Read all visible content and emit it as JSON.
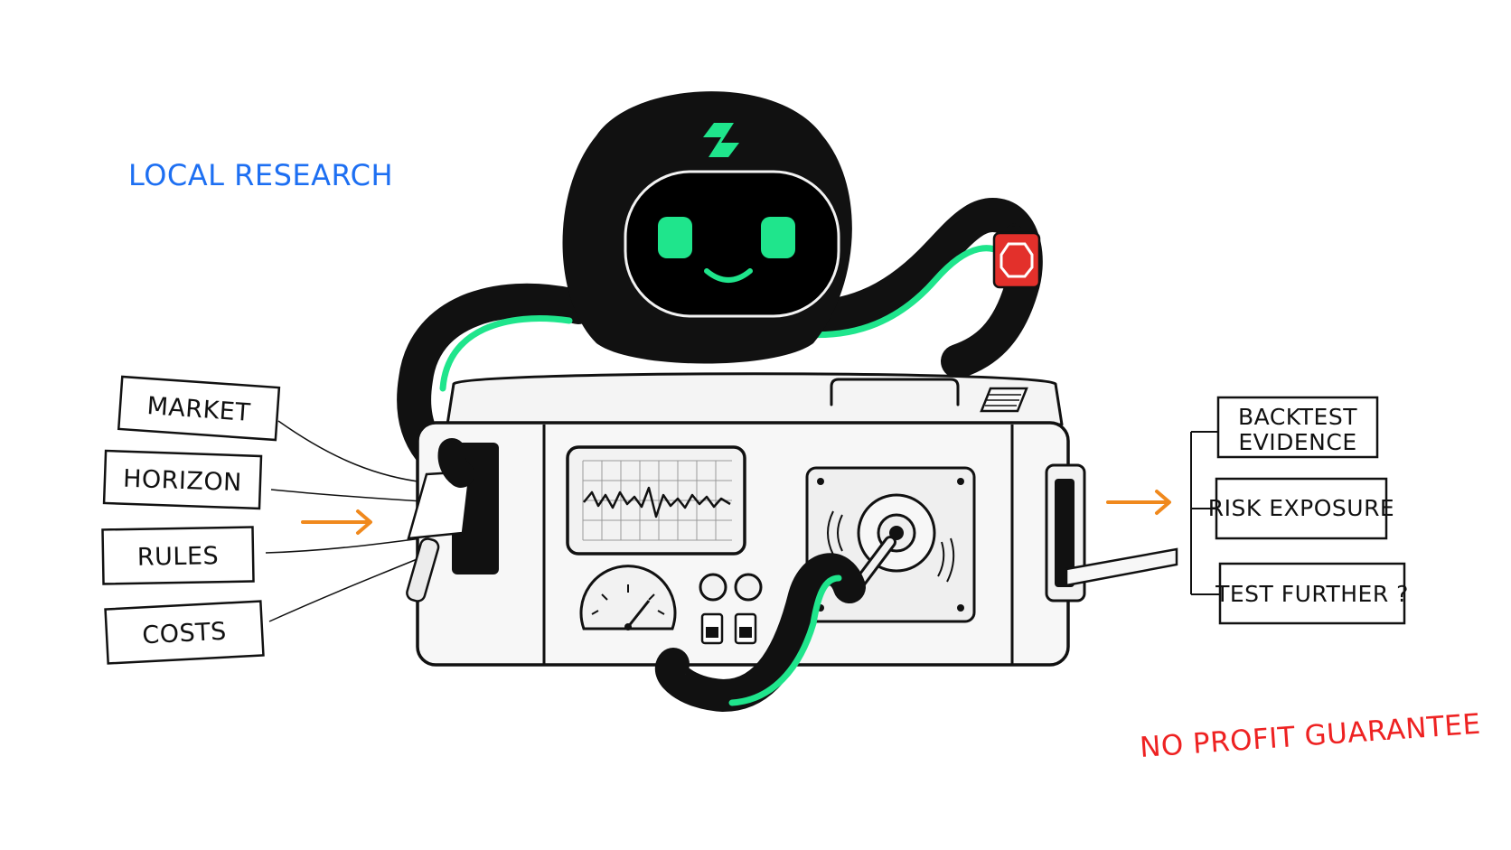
{
  "annotations": {
    "top_left": "LOCAL RESEARCH",
    "bottom_right": "NO PROFIT GUARANTEE"
  },
  "inputs": [
    "MARKET",
    "HORIZON",
    "RULES",
    "COSTS"
  ],
  "outputs": {
    "backtest_line1": "BACKTEST",
    "backtest_line2": "EVIDENCE",
    "risk": "RISK EXPOSURE",
    "test": "TEST FURTHER ?"
  },
  "colors": {
    "accent_green": "#1fe58c",
    "annotation_blue": "#1d6ff2",
    "annotation_red": "#ee2222",
    "arrow_orange": "#f0891d",
    "stop_red": "#e3302b",
    "ink": "#111111"
  },
  "icons": {
    "brand_mark": "s-shaped-bolt-icon",
    "stop_tag": "stop-octagon-icon"
  }
}
